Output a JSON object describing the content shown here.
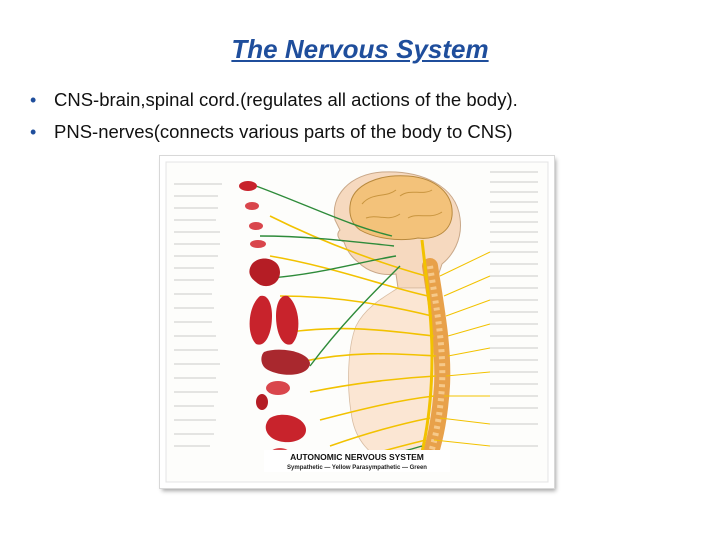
{
  "slide": {
    "title": "The Nervous System",
    "bullets": [
      "CNS-brain,spinal cord.(regulates all actions of the body).",
      "PNS-nerves(connects various parts of the body to CNS)"
    ]
  },
  "poster": {
    "title": "AUTONOMIC NERVOUS SYSTEM",
    "legend": "Sympathetic — Yellow   Parasympathetic — Green",
    "colors": {
      "sympathetic": "#f2c200",
      "parasympathetic": "#2e8b3a",
      "organs": "#c8232c",
      "spine": "#e8a14a"
    }
  }
}
